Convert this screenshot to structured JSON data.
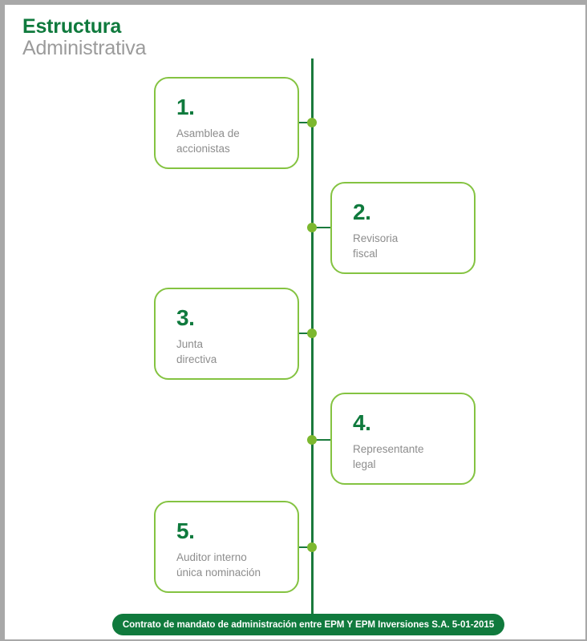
{
  "header": {
    "title_main": "Estructura",
    "title_sub": "Administrativa",
    "title_main_color": "#0f7a3d",
    "title_sub_color": "#9b9b9b"
  },
  "diagram": {
    "type": "vertical-timeline",
    "spine_color": "#1a7a3c",
    "dot_color": "#7cb82f",
    "card_border_color": "#84c341",
    "number_color": "#0f7a3d",
    "label_color": "#8d8d8d",
    "nodes": [
      {
        "number": "1.",
        "label": "Asamblea de\naccionistas",
        "side": "left"
      },
      {
        "number": "2.",
        "label": "Revisoria\nfiscal",
        "side": "right"
      },
      {
        "number": "3.",
        "label": "Junta\ndirectiva",
        "side": "left"
      },
      {
        "number": "4.",
        "label": "Representante\nlegal",
        "side": "right"
      },
      {
        "number": "5.",
        "label": "Auditor interno\núnica nominación",
        "side": "left"
      }
    ]
  },
  "footer": {
    "banner_text": "Contrato de mandato de administración entre EPM Y EPM Inversiones S.A. 5-01-2015",
    "banner_bg": "#107a3d",
    "banner_text_color": "#ffffff"
  },
  "frame": {
    "border_color": "#a8a8a8",
    "background": "#ffffff"
  }
}
